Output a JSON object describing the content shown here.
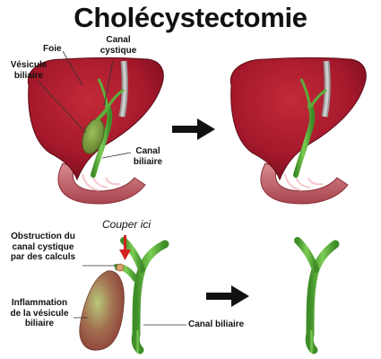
{
  "title": "Cholécystectomie",
  "labels": {
    "foie": "Foie",
    "vesicule_biliaire": "Vésicule\nbiliaire",
    "canal_cystique": "Canal\ncystique",
    "canal_biliaire_top": "Canal\nbiliaire",
    "couper_ici": "Couper ici",
    "obstruction": "Obstruction du\ncanal cystique\npar des calculs",
    "inflammation": "Inflammation\nde la vésicule\nbiliaire",
    "canal_biliaire_bottom": "Canal biliaire"
  },
  "colors": {
    "liver": "#a3182a",
    "liver_dark": "#6e0d1a",
    "duct": "#5cae3c",
    "duodenum": "#c96b72",
    "arrow": "#111111",
    "cut_arrow": "#d42020"
  }
}
